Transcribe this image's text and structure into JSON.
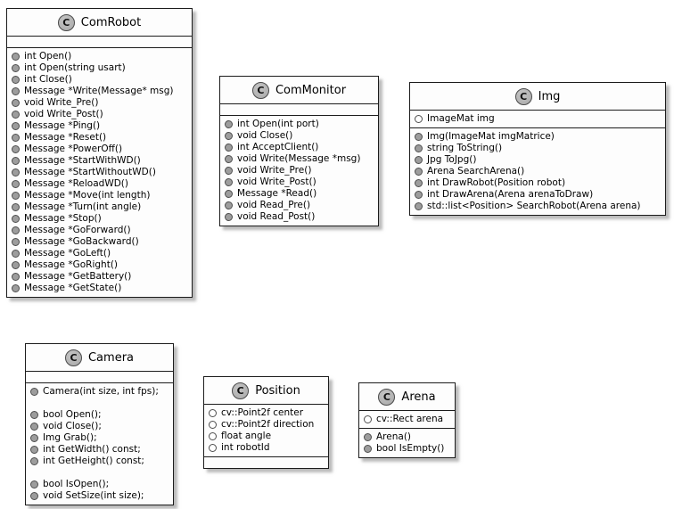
{
  "diagram": {
    "type": "uml-class-diagram",
    "colors": {
      "background": "#FFFFFF",
      "box_fill": "#FDFDFD",
      "border": "#1C1C1C",
      "stereotype_circle_fill": "#ADADAD",
      "method_bullet_fill": "#9D9D9D",
      "field_bullet_fill": "#FFFFFF"
    },
    "classes": [
      {
        "name": "ComRobot",
        "stereotype": "C",
        "attributes": [],
        "methods": [
          "int Open()",
          "int Open(string usart)",
          "int Close()",
          "Message *Write(Message* msg)",
          "void Write_Pre()",
          "void Write_Post()",
          "Message *Ping()",
          "Message *Reset()",
          "Message *PowerOff()",
          "Message *StartWithWD()",
          "Message *StartWithoutWD()",
          "Message *ReloadWD()",
          "Message *Move(int length)",
          "Message *Turn(int angle)",
          "Message *Stop()",
          "Message *GoForward()",
          "Message *GoBackward()",
          "Message *GoLeft()",
          "Message *GoRight()",
          "Message *GetBattery()",
          "Message *GetState()"
        ]
      },
      {
        "name": "ComMonitor",
        "stereotype": "C",
        "attributes": [],
        "methods": [
          "int Open(int port)",
          "void Close()",
          "int AcceptClient()",
          "void Write(Message *msg)",
          "void Write_Pre()",
          "void Write_Post()",
          "Message *Read()",
          "void Read_Pre()",
          "void Read_Post()"
        ]
      },
      {
        "name": "Img",
        "stereotype": "C",
        "attributes": [
          "ImageMat img"
        ],
        "methods": [
          "Img(ImageMat imgMatrice)",
          "string ToString()",
          "Jpg ToJpg()",
          "Arena SearchArena()",
          "int DrawRobot(Position robot)",
          "int DrawArena(Arena arenaToDraw)",
          "std::list<Position> SearchRobot(Arena arena)"
        ]
      },
      {
        "name": "Camera",
        "stereotype": "C",
        "attributes": [],
        "methods": [
          "Camera(int size, int fps);",
          "",
          "bool Open();",
          "void Close();",
          "Img Grab();",
          "int GetWidth() const;",
          "int GetHeight() const;",
          "",
          "bool IsOpen();",
          "void SetSize(int size);"
        ]
      },
      {
        "name": "Position",
        "stereotype": "C",
        "attributes": [
          "cv::Point2f center",
          "cv::Point2f direction",
          "float angle",
          "int robotId"
        ],
        "methods": []
      },
      {
        "name": "Arena",
        "stereotype": "C",
        "attributes": [
          "cv::Rect arena"
        ],
        "methods": [
          "Arena()",
          "bool IsEmpty()"
        ]
      }
    ]
  }
}
